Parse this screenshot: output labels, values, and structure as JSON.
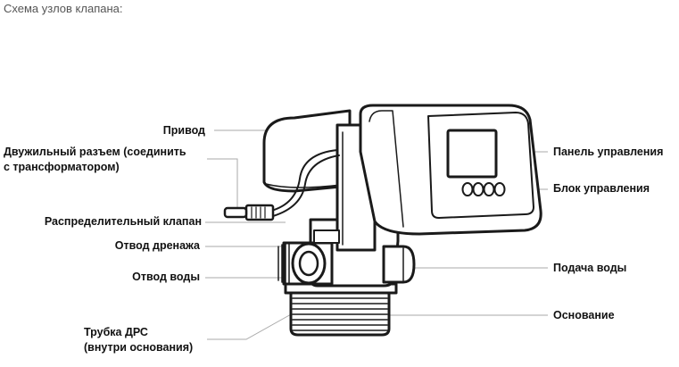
{
  "caption": "Схема узлов клапана:",
  "labels": {
    "drive": "Привод",
    "connector_line1": "Двужильный разъем (соединить",
    "connector_line2": "с трансформатором)",
    "distributor_valve": "Распределительный клапан",
    "drain_outlet": "Отвод дренажа",
    "water_outlet": "Отвод воды",
    "riser_tube_line1": "Трубка ДРС",
    "riser_tube_line2": "(внутри основания)",
    "control_panel": "Панель управления",
    "control_unit": "Блок управления",
    "water_inlet": "Подача воды",
    "base": "Основание"
  },
  "colors": {
    "text": "#111111",
    "caption": "#555555",
    "leader_line": "#aaaaaa",
    "outline": "#1a1a1a",
    "fill": "#ffffff"
  }
}
